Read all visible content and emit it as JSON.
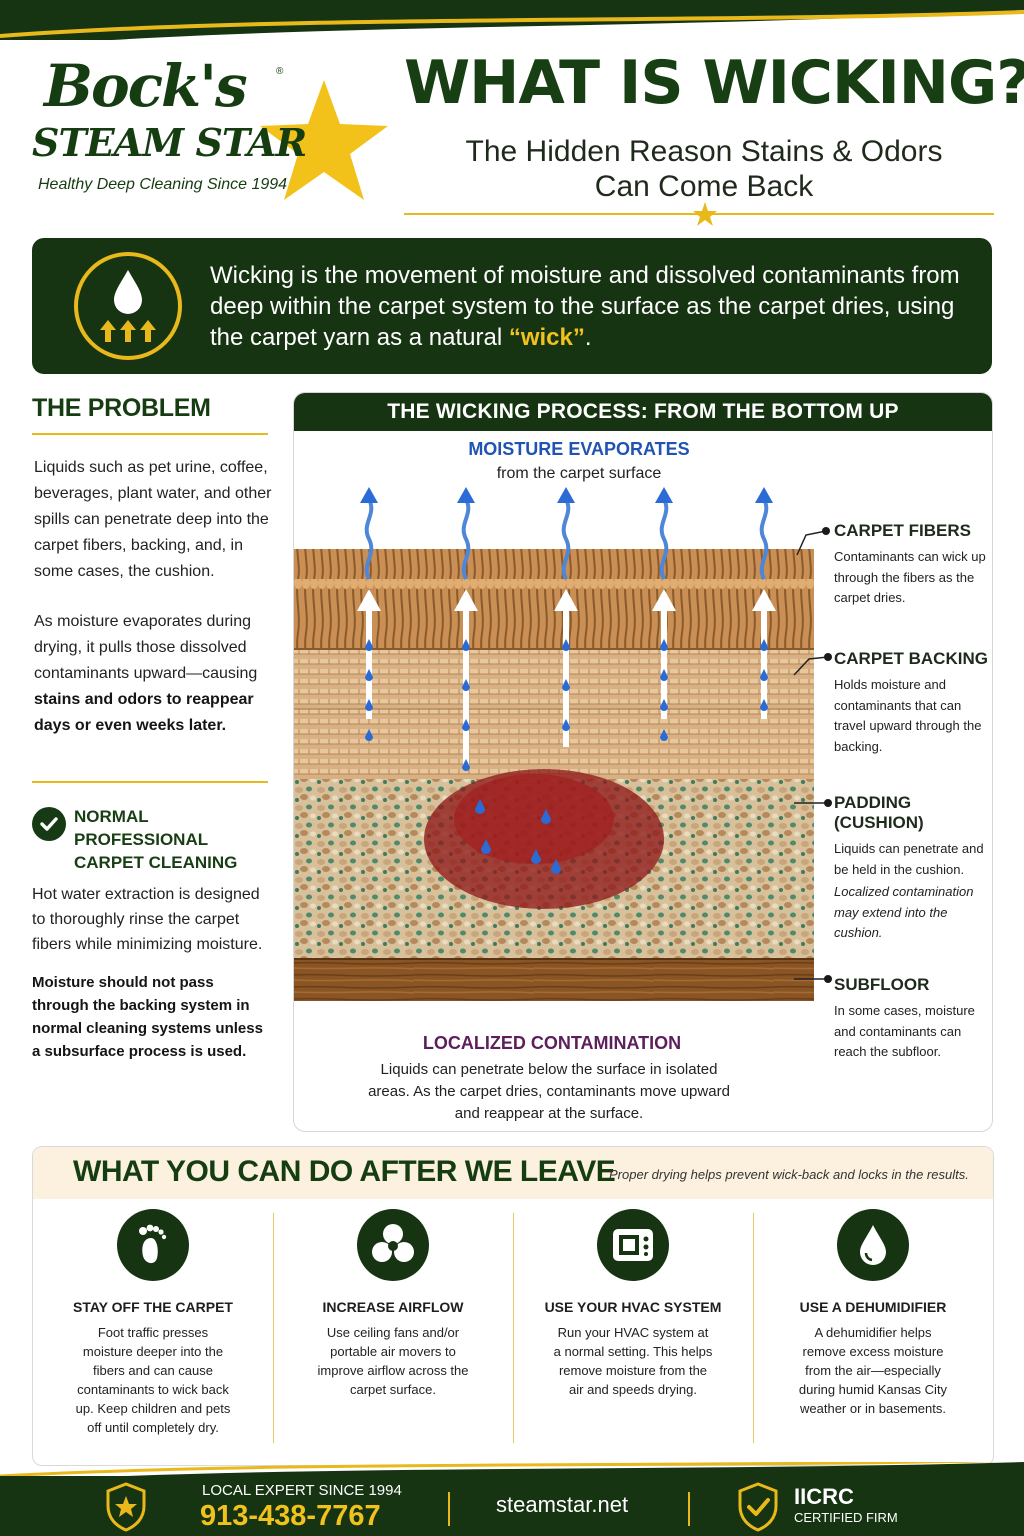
{
  "colors": {
    "brand_green": "#163412",
    "accent_gold": "#e9b91b",
    "water_blue": "#2a6bd6",
    "stain_red": "#8e1b1b"
  },
  "logo": {
    "name": "Bock's",
    "registered": "®",
    "subname": "STEAM STAR",
    "tagline": "Healthy Deep Cleaning Since 1994",
    "icon": "star-icon"
  },
  "header": {
    "title": "WHAT IS WICKING?",
    "subtitle_line1": "The Hidden Reason Stains & Odors",
    "subtitle_line2": "Can Come Back"
  },
  "definition": {
    "icon": "water-drop-up-arrows-icon",
    "text_before": "Wicking is the movement of moisture and dissolved contaminants from deep within the carpet system to the surface as the carpet dries, using the carpet yarn as a natural ",
    "highlight": "“wick”",
    "text_after": "."
  },
  "problem": {
    "title": "THE PROBLEM",
    "para1": "Liquids such as pet urine, coffee, beverages, plant water, and other spills can penetrate deep into the carpet fibers, backing, and, in some cases, the cushion.",
    "para2_start": "As moisture evaporates during drying, it pulls those dissolved contaminants upward—causing ",
    "para2_bold": "stains and odors to reappear days or even weeks later."
  },
  "normal_cleaning": {
    "icon": "checkmark-icon",
    "title_line1": "NORMAL PROFESSIONAL",
    "title_line2": "CARPET CLEANING",
    "text": "Hot water extraction is designed to thoroughly rinse the carpet fibers while minimizing moisture.",
    "bold_text": "Moisture should not pass through the backing system in normal cleaning systems unless a subsurface process is used."
  },
  "diagram": {
    "title": "THE WICKING PROCESS: FROM THE BOTTOM UP",
    "evaporates_title": "MOISTURE EVAPORATES",
    "evaporates_sub": "from the carpet surface",
    "layers": [
      {
        "title": "CARPET FIBERS",
        "text": "Contaminants can wick up through the fibers as the carpet dries."
      },
      {
        "title": "CARPET BACKING",
        "text": "Holds moisture and contaminants that can travel upward through the backing."
      },
      {
        "title": "PADDING (CUSHION)",
        "text": "Liquids can penetrate and be held in the cushion.",
        "note": "Localized contamination may extend into the cushion."
      },
      {
        "title": "SUBFLOOR",
        "text": "In some cases, moisture and contaminants can reach the subfloor."
      }
    ],
    "contamination_title": "LOCALIZED CONTAMINATION",
    "contamination_text": "Liquids can penetrate below the surface in isolated areas. As the carpet dries, contaminants move upward and reappear at the surface."
  },
  "after": {
    "title": "WHAT YOU CAN DO AFTER WE LEAVE",
    "note": "Proper drying helps prevent wick-back and locks in the results.",
    "tips": [
      {
        "icon": "footprint-icon",
        "title": "STAY OFF THE CARPET",
        "text": "Foot traffic presses moisture deeper into the fibers and can cause contaminants to wick back up. Keep children and pets off until completely dry."
      },
      {
        "icon": "fan-icon",
        "title": "INCREASE AIRFLOW",
        "text": "Use ceiling fans and/or portable air movers to improve airflow across the carpet surface."
      },
      {
        "icon": "thermostat-icon",
        "title": "USE YOUR HVAC SYSTEM",
        "text": "Run your HVAC system at a normal setting. This helps remove moisture from the air and speeds drying."
      },
      {
        "icon": "water-drop-icon",
        "title": "USE A DEHUMIDIFIER",
        "text": "A dehumidifier helps remove excess moisture from the air—especially during humid Kansas City weather or in basements."
      }
    ]
  },
  "footer": {
    "local_label": "LOCAL EXPERT SINCE 1994",
    "phone": "913-438-7767",
    "website": "steamstar.net",
    "cert_title": "IICRC",
    "cert_sub": "CERTIFIED FIRM"
  }
}
